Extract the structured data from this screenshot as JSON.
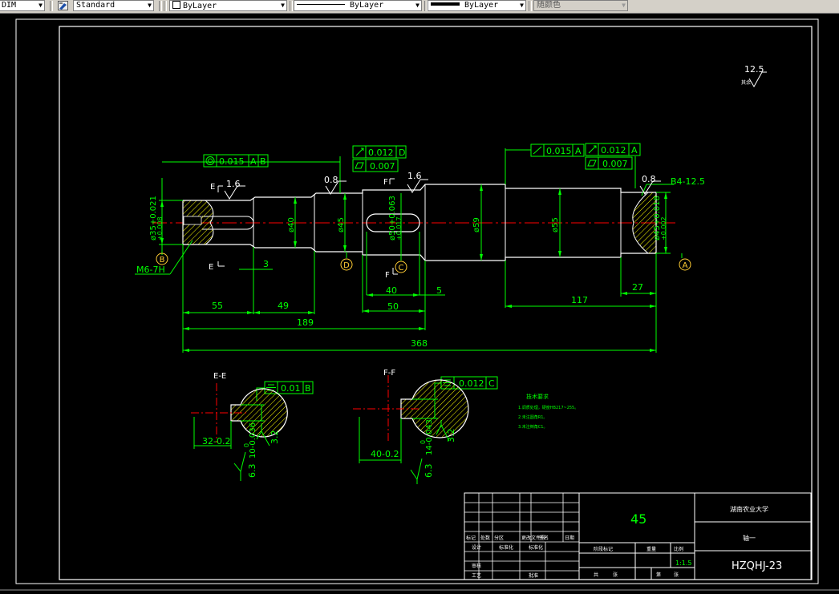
{
  "toolbar": {
    "dimstyle_value": "DIM",
    "textstyle_value": "Standard",
    "layer_value": "ByLayer",
    "linetype_value": "ByLayer",
    "lineweight_value": "ByLayer",
    "color_value": "随颜色"
  },
  "colors": {
    "background": "#000000",
    "dimension": "#00ff00",
    "outline": "#ffffff",
    "centerline": "#ff0000",
    "hatch": "#ffff00",
    "balloon": "#ffcc33",
    "leader": "#00ffff"
  },
  "drawing": {
    "roughness_general": "12.5",
    "roughness_general_suffix": "其余",
    "gdt": {
      "concentricity_value": "0.015",
      "concentricity_datum_a": "A",
      "concentricity_datum_b": "B",
      "runout_mid_value": "0.012",
      "runout_mid_datum": "D",
      "cyl_mid_value": "0.007",
      "perp_right_value": "0.015",
      "perp_right_datum": "A",
      "runout_right_value": "0.012",
      "runout_right_datum": "A",
      "cyl_right_value": "0.007",
      "sym_ee_value": "0.01",
      "sym_ee_datum": "B",
      "sym_ff_value": "0.012",
      "sym_ff_datum": "C"
    },
    "roughness": {
      "r1": "1.6",
      "r2": "0.8",
      "r3": "1.6",
      "r4": "0.8",
      "ee_side": "3.2",
      "ee_bottom": "6.3",
      "ff_side": "3.2",
      "ff_bottom": "6.3"
    },
    "diameters": {
      "d_left": "ø35+0.021",
      "d_left_low": "+0.008",
      "d40": "ø40",
      "d45": "ø45",
      "d50": "ø50+0.063",
      "d50_low": "+0.017",
      "d59": "ø59",
      "d55": "ø55",
      "d_right": "ø45+0.018",
      "d_right_low": "+0.002"
    },
    "labels": {
      "thread": "M6-7H",
      "chamfer": "B4-12.5",
      "section_e": "E",
      "section_f": "F",
      "section_ee_title": "E-E",
      "section_ff_title": "F-F",
      "datum_a": "A",
      "datum_b": "B",
      "datum_c": "C",
      "datum_d": "D"
    },
    "dims": {
      "len55": "55",
      "len49": "49",
      "len3": "3",
      "len40": "40",
      "len5": "5",
      "len50": "50",
      "len117": "117",
      "len27": "27",
      "len189": "189",
      "len368": "368",
      "ee_width": "32-0.2",
      "ee_keyway": "10-0.036",
      "ee_keyway_zero": "0",
      "ff_width": "40-0.2",
      "ff_keyway": "14-0.043",
      "ff_keyway_zero": "0"
    },
    "tech_requirements": {
      "title": "技术要求",
      "line1": "1.调质处理，硬度HB217~255。",
      "line2": "2.未注圆角R1。",
      "line3": "3.未注倒角C1。"
    },
    "title_block": {
      "material": "45",
      "school": "湖南农业大学",
      "part_name": "轴一",
      "drawing_no": "HZQHJ-23",
      "scale": "1:1.5",
      "cell_mark": "标记",
      "cell_count": "处数",
      "cell_zone": "分区",
      "cell_change_doc": "更改文件号",
      "cell_sign": "签名",
      "cell_date": "日期",
      "cell_design": "设计",
      "cell_standard": "标准化",
      "cell_stage": "阶段标记",
      "cell_weight": "重量",
      "cell_ratio": "比例",
      "cell_review": "审核",
      "cell_craft": "工艺",
      "cell_approve": "批准",
      "cell_total": "共",
      "cell_sheet": "张",
      "cell_page": "第",
      "cell_page2": "张"
    }
  }
}
